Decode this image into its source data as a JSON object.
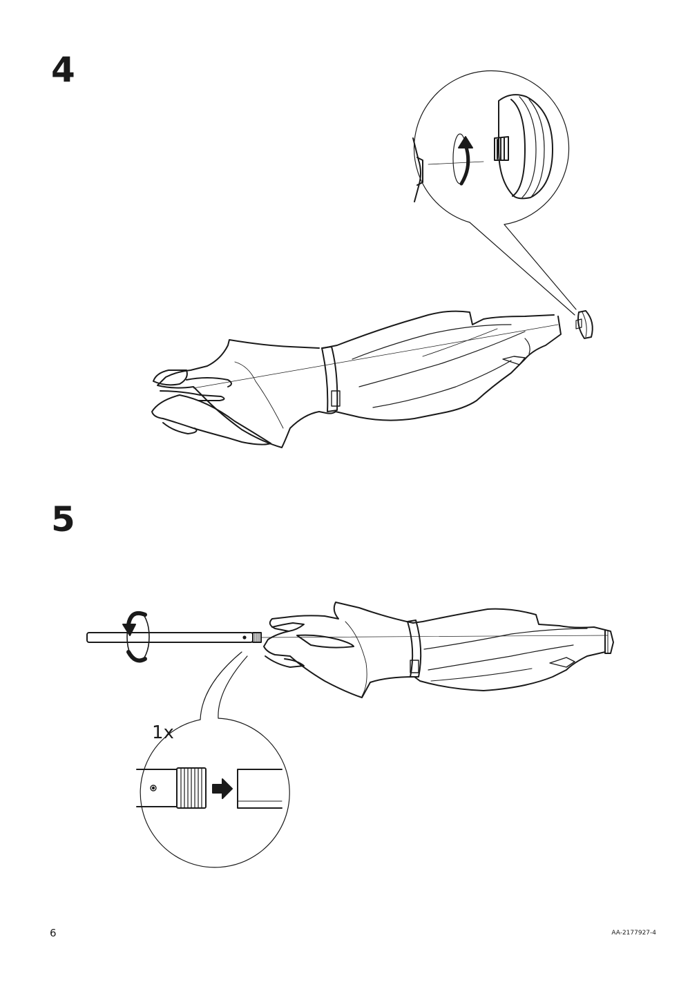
{
  "steps": [
    {
      "number": "4"
    },
    {
      "number": "5",
      "quantity": "1x"
    }
  ],
  "footer": {
    "page_number": "6",
    "document_code": "AA-2177927-4"
  },
  "icons": {
    "step4_illustration": "umbrella-cap-unscrew-illustration",
    "step5_illustration": "umbrella-pole-screw-illustration"
  }
}
